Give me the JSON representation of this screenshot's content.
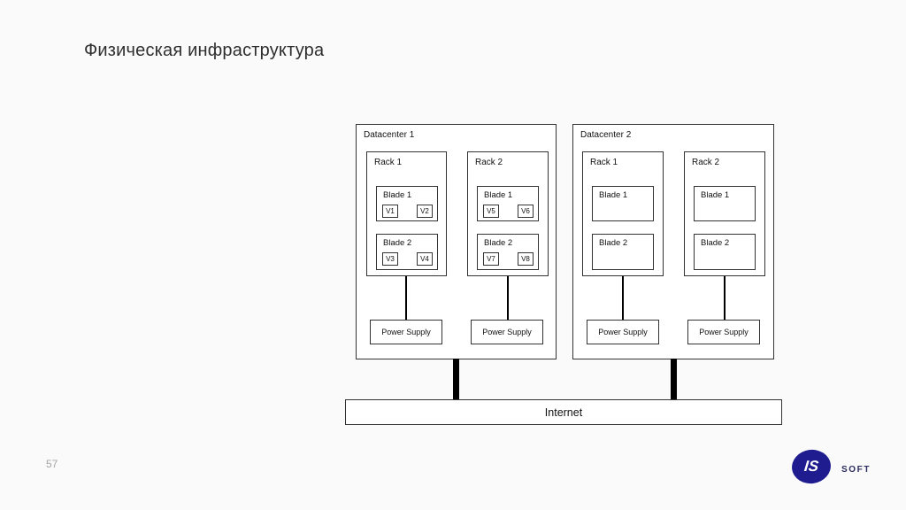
{
  "slide": {
    "title": "Физическая инфраструктура",
    "page_number": "57"
  },
  "colors": {
    "background": "#fafafa",
    "box_border": "#333333",
    "connector": "#000000",
    "brand_navy": "#1e1c8f",
    "brand_text_navy": "#2b2b5e"
  },
  "logo": {
    "mark_text": "IS",
    "brand_text": "SOFT"
  },
  "diagram": {
    "internet_label": "Internet",
    "datacenters": [
      {
        "label": "Datacenter 1",
        "racks": [
          {
            "label": "Rack 1",
            "power_supply": "Power Supply",
            "blades": [
              {
                "label": "Blade 1",
                "vms": [
                  "V1",
                  "V2"
                ]
              },
              {
                "label": "Blade 2",
                "vms": [
                  "V3",
                  "V4"
                ]
              }
            ]
          },
          {
            "label": "Rack 2",
            "power_supply": "Power Supply",
            "blades": [
              {
                "label": "Blade 1",
                "vms": [
                  "V5",
                  "V6"
                ]
              },
              {
                "label": "Blade 2",
                "vms": [
                  "V7",
                  "V8"
                ]
              }
            ]
          }
        ]
      },
      {
        "label": "Datacenter 2",
        "racks": [
          {
            "label": "Rack 1",
            "power_supply": "Power Supply",
            "blades": [
              {
                "label": "Blade 1",
                "vms": []
              },
              {
                "label": "Blade 2",
                "vms": []
              }
            ]
          },
          {
            "label": "Rack 2",
            "power_supply": "Power Supply",
            "blades": [
              {
                "label": "Blade 1",
                "vms": []
              },
              {
                "label": "Blade 2",
                "vms": []
              }
            ]
          }
        ]
      }
    ]
  }
}
